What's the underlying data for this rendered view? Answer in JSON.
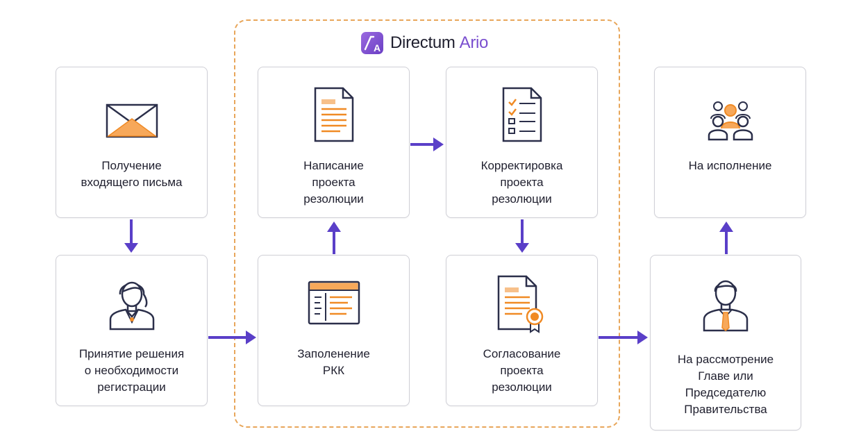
{
  "brand": {
    "name": "Directum",
    "product": "Ario"
  },
  "colors": {
    "arrow": "#5a3fc8",
    "accent": "#f08a24",
    "outline": "#2b2f4a",
    "dashed_border": "#e8a65a",
    "brand_purple": "#7a4fcf"
  },
  "steps": [
    {
      "id": "receive",
      "label": "Получение\nвходящего письма",
      "icon": "envelope-icon"
    },
    {
      "id": "decision",
      "label": "Принятие решения\nо необходимости\nрегистрации",
      "icon": "clerk-woman-icon"
    },
    {
      "id": "fill-rkk",
      "label": "Заполенение\nРКК",
      "icon": "form-window-icon"
    },
    {
      "id": "write-draft",
      "label": "Написание\nпроекта\nрезолюции",
      "icon": "document-icon"
    },
    {
      "id": "correct-draft",
      "label": "Корректировка\nпроекта\nрезолюции",
      "icon": "checklist-icon"
    },
    {
      "id": "approve-draft",
      "label": "Согласование\nпроекта\nрезолюции",
      "icon": "certificate-icon"
    },
    {
      "id": "review",
      "label": "На рассмотрение\nГлаве или\nПредседателю\nПравительства",
      "icon": "official-man-icon"
    },
    {
      "id": "execution",
      "label": "На исполнение",
      "icon": "team-icon"
    }
  ]
}
